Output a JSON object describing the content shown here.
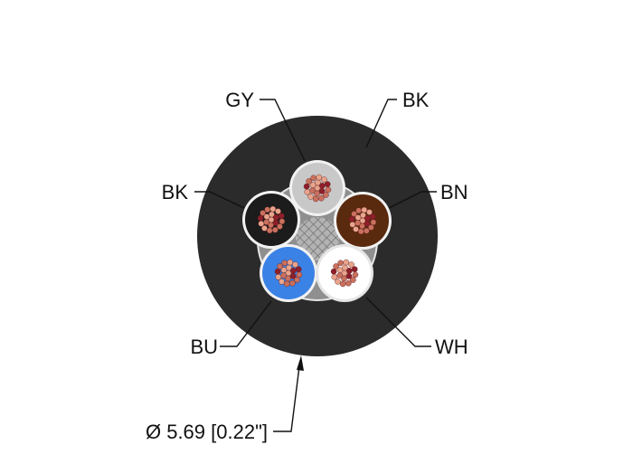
{
  "colors": {
    "jacket": "#2b2b2b",
    "filler": "#a9a9a9",
    "leader": "#111111",
    "conductor_gy": "#c8c8c8",
    "conductor_bk": "#1c1c1c",
    "conductor_bn": "#5a2a0e",
    "conductor_bu": "#3b82e6",
    "conductor_wh": "#ffffff",
    "copper_light": "#e9a48c",
    "copper_mid": "#c9705e",
    "copper_dark": "#8e1f2a"
  },
  "labels": {
    "gy": "GY",
    "bk_jacket": "BK",
    "bk_conductor": "BK",
    "bn": "BN",
    "bu": "BU",
    "wh": "WH",
    "diameter": "Ø 5.69 [0.22\"]"
  }
}
